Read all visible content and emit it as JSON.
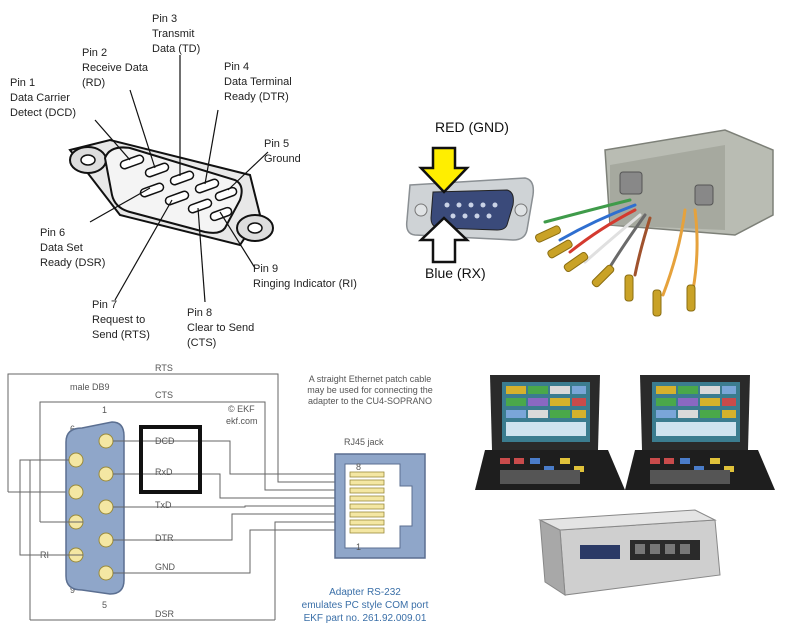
{
  "pinout": {
    "pins": [
      {
        "lines": [
          "Pin 1",
          "Data Carrier",
          "Detect (DCD)"
        ]
      },
      {
        "lines": [
          "Pin 2",
          "Receive Data",
          "(RD)"
        ]
      },
      {
        "lines": [
          "Pin 3",
          "Transmit",
          "Data (TD)"
        ]
      },
      {
        "lines": [
          "Pin 4",
          "Data Terminal",
          "Ready (DTR)"
        ]
      },
      {
        "lines": [
          "Pin 5",
          "Ground"
        ]
      },
      {
        "lines": [
          "Pin 6",
          "Data Set",
          "Ready (DSR)"
        ]
      },
      {
        "lines": [
          "Pin 7",
          "Request to",
          "Send (RTS)"
        ]
      },
      {
        "lines": [
          "Pin 8",
          "Clear to Send",
          "(CTS)"
        ]
      },
      {
        "lines": [
          "Pin 9",
          "Ringing Indicator (RI)"
        ]
      }
    ]
  },
  "adapter_photo": {
    "top_label": "RED (GND)",
    "bottom_label": "Blue (RX)",
    "colors": {
      "red_arrow": "#ffee00",
      "blue_arrow": "#ffffff"
    }
  },
  "wiring": {
    "rts": "RTS",
    "cts": "CTS",
    "male": "male DB9",
    "pin1": "1",
    "pin6": "6",
    "pin9": "9",
    "pin5": "5",
    "ri": "RI",
    "ekf": "© EKF",
    "ekf_url": "ekf.com",
    "dcd": "DCD",
    "rxd": "RxD",
    "txd": "TxD",
    "dtr": "DTR",
    "gnd": "GND",
    "dsr": "DSR",
    "note": [
      "A straight Ethernet patch cable",
      "may be used for connecting the",
      "adapter to the CU4-SOPRANO"
    ],
    "rj45": "RJ45 jack",
    "rj8": "8",
    "rj1": "1",
    "caption": [
      "Adapter RS-232",
      "emulates PC style COM port",
      "EKF part no. 261.92.009.01"
    ]
  }
}
